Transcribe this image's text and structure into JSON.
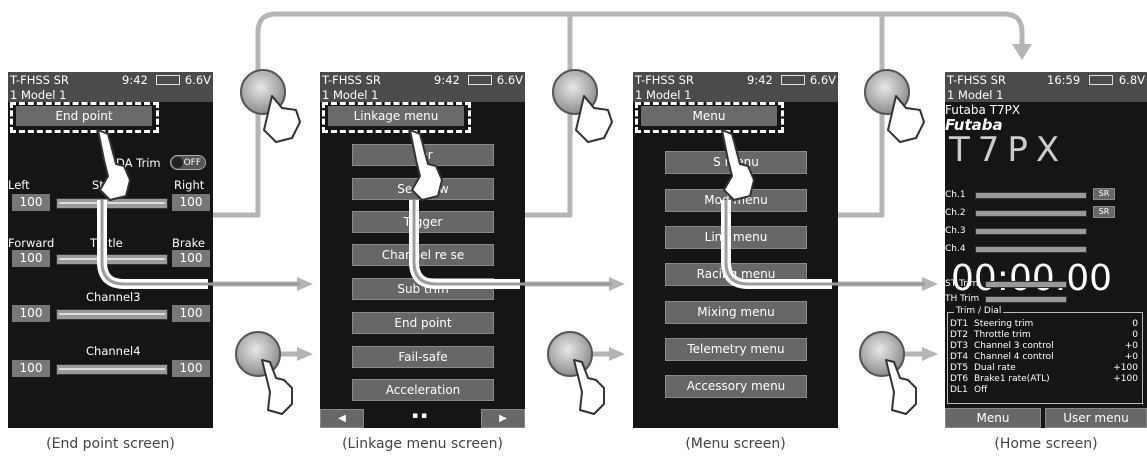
{
  "colors": {
    "screen_bg": "#151515",
    "button": "#676767",
    "arrow": "#b4b4b4"
  },
  "end_point_screen": {
    "model_name": "T-FHSS SR",
    "time": "9:42",
    "voltage": "6.6V",
    "model": "1  Model 1",
    "title": "End point",
    "dtrate_trim_label": "DA Trim",
    "toggle": "OFF",
    "steering": {
      "left_label": "Left",
      "label": "St    ng",
      "right_label": "Right",
      "left_value": "100",
      "right_value": "100"
    },
    "throttle": {
      "forward_label": "Forward",
      "label": "Th     tle",
      "brake_label": "Brake",
      "forward_value": "100",
      "brake_value": "100"
    },
    "channel3": {
      "label": "Channel3",
      "left_value": "100",
      "right_value": "100"
    },
    "channel4": {
      "label": "Channel4",
      "left_value": "100",
      "right_value": "100"
    },
    "caption": "(End point screen)"
  },
  "linkage_menu_screen": {
    "model_name": "T-FHSS SR",
    "time": "9:42",
    "voltage": "6.6V",
    "model": "1  Model 1",
    "title": "Linkage menu",
    "items": [
      "   ver",
      "Ser   view",
      "T  gger",
      "Channel re    se",
      "Sub trim",
      "End point",
      "Fail-safe",
      "Acceleration"
    ],
    "nav_left": "◀",
    "page_dots": "▪ ▪",
    "nav_right": "▶",
    "caption": "(Linkage menu screen)"
  },
  "menu_screen": {
    "model_name": "T-FHSS SR",
    "time": "9:42",
    "voltage": "6.6V",
    "model": "1  Model 1",
    "title": "Menu",
    "items": [
      "S     menu",
      "Mod    menu",
      "Link     menu",
      "Racing menu",
      "Mixing menu",
      "Telemetry menu",
      "Accessory menu"
    ],
    "caption": "(Menu screen)"
  },
  "home_screen": {
    "model_name": "T-FHSS SR",
    "time": "16:59",
    "voltage": "6.8V",
    "model": "1  Model 1",
    "product_line": "Futaba T7PX",
    "brand": "Futaba",
    "product_logo": "T7PX",
    "channels": [
      {
        "label": "Ch.1",
        "tag": "SR"
      },
      {
        "label": "Ch.2",
        "tag": "SR"
      },
      {
        "label": "Ch.3",
        "tag": ""
      },
      {
        "label": "Ch.4",
        "tag": ""
      }
    ],
    "timer": "00:00.00",
    "st_trim_label": "ST Trim",
    "th_trim_label": "TH Trim",
    "trim_dial_title": "Trim / Dial",
    "trim_dial": [
      {
        "id": "DT1",
        "name": "Steering trim",
        "value": "0"
      },
      {
        "id": "DT2",
        "name": "Throttle trim",
        "value": "0"
      },
      {
        "id": "DT3",
        "name": "Channel 3 control",
        "value": "+0"
      },
      {
        "id": "DT4",
        "name": "Channel 4 control",
        "value": "+0"
      },
      {
        "id": "DT5",
        "name": "Dual rate",
        "value": "+100"
      },
      {
        "id": "DT6",
        "name": "Brake1 rate(ATL)",
        "value": "+100"
      },
      {
        "id": "DL1",
        "name": "Off",
        "value": ""
      }
    ],
    "menu_button": "Menu",
    "user_menu_button": "User menu",
    "caption": "(Home screen)"
  }
}
